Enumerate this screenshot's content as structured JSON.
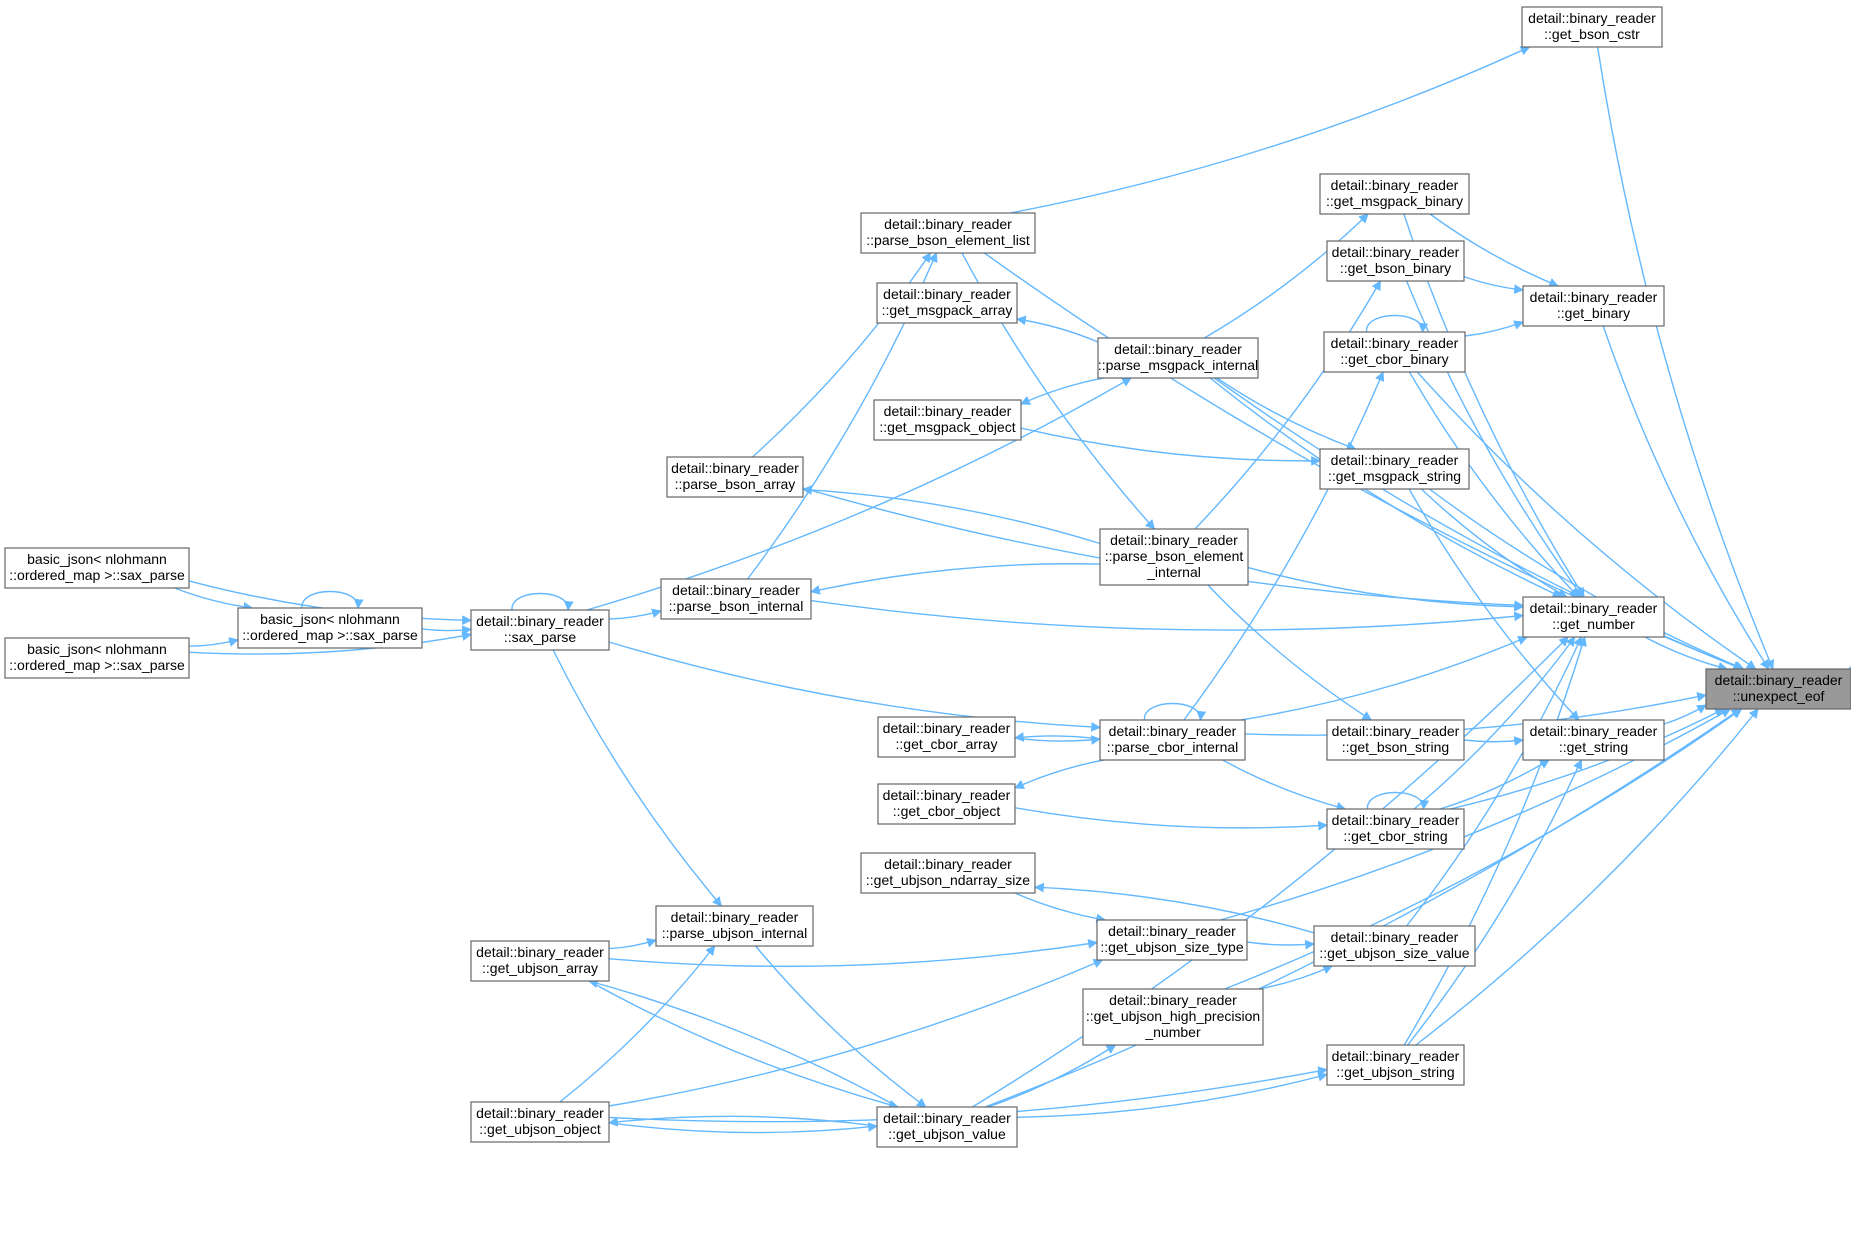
{
  "colors": {
    "edge": "#63b8ff",
    "focus_fill": "#999999",
    "node_border": "#666666"
  },
  "nodes": [
    {
      "id": "unexpect_eof",
      "lines": [
        "detail::binary_reader",
        "::unexpect_eof"
      ],
      "focus": true
    },
    {
      "id": "get_bson_cstr",
      "lines": [
        "detail::binary_reader",
        "::get_bson_cstr"
      ]
    },
    {
      "id": "get_msgpack_binary",
      "lines": [
        "detail::binary_reader",
        "::get_msgpack_binary"
      ]
    },
    {
      "id": "get_bson_binary",
      "lines": [
        "detail::binary_reader",
        "::get_bson_binary"
      ]
    },
    {
      "id": "get_binary",
      "lines": [
        "detail::binary_reader",
        "::get_binary"
      ]
    },
    {
      "id": "get_cbor_binary",
      "lines": [
        "detail::binary_reader",
        "::get_cbor_binary"
      ]
    },
    {
      "id": "get_msgpack_string",
      "lines": [
        "detail::binary_reader",
        "::get_msgpack_string"
      ]
    },
    {
      "id": "get_number",
      "lines": [
        "detail::binary_reader",
        "::get_number"
      ]
    },
    {
      "id": "get_bson_string",
      "lines": [
        "detail::binary_reader",
        "::get_bson_string"
      ]
    },
    {
      "id": "get_string",
      "lines": [
        "detail::binary_reader",
        "::get_string"
      ]
    },
    {
      "id": "get_cbor_string",
      "lines": [
        "detail::binary_reader",
        "::get_cbor_string"
      ]
    },
    {
      "id": "get_ubjson_size_value",
      "lines": [
        "detail::binary_reader",
        "::get_ubjson_size_value"
      ]
    },
    {
      "id": "get_ubjson_string",
      "lines": [
        "detail::binary_reader",
        "::get_ubjson_string"
      ]
    },
    {
      "id": "parse_bson_element_list",
      "lines": [
        "detail::binary_reader",
        "::parse_bson_element_list"
      ]
    },
    {
      "id": "get_msgpack_array",
      "lines": [
        "detail::binary_reader",
        "::get_msgpack_array"
      ]
    },
    {
      "id": "parse_msgpack_internal",
      "lines": [
        "detail::binary_reader",
        "::parse_msgpack_internal"
      ]
    },
    {
      "id": "get_msgpack_object",
      "lines": [
        "detail::binary_reader",
        "::get_msgpack_object"
      ]
    },
    {
      "id": "parse_bson_array",
      "lines": [
        "detail::binary_reader",
        "::parse_bson_array"
      ]
    },
    {
      "id": "parse_bson_element_internal",
      "lines": [
        "detail::binary_reader",
        "::parse_bson_element",
        "_internal"
      ]
    },
    {
      "id": "parse_bson_internal",
      "lines": [
        "detail::binary_reader",
        "::parse_bson_internal"
      ]
    },
    {
      "id": "sax_parse_reader",
      "lines": [
        "detail::binary_reader",
        "::sax_parse"
      ]
    },
    {
      "id": "get_cbor_array",
      "lines": [
        "detail::binary_reader",
        "::get_cbor_array"
      ]
    },
    {
      "id": "parse_cbor_internal",
      "lines": [
        "detail::binary_reader",
        "::parse_cbor_internal"
      ]
    },
    {
      "id": "get_cbor_object",
      "lines": [
        "detail::binary_reader",
        "::get_cbor_object"
      ]
    },
    {
      "id": "get_ubjson_ndarray_size",
      "lines": [
        "detail::binary_reader",
        "::get_ubjson_ndarray_size"
      ]
    },
    {
      "id": "parse_ubjson_internal",
      "lines": [
        "detail::binary_reader",
        "::parse_ubjson_internal"
      ]
    },
    {
      "id": "get_ubjson_size_type",
      "lines": [
        "detail::binary_reader",
        "::get_ubjson_size_type"
      ]
    },
    {
      "id": "get_ubjson_high_precision_number",
      "lines": [
        "detail::binary_reader",
        "::get_ubjson_high_precision",
        "_number"
      ]
    },
    {
      "id": "get_ubjson_array",
      "lines": [
        "detail::binary_reader",
        "::get_ubjson_array"
      ]
    },
    {
      "id": "get_ubjson_value",
      "lines": [
        "detail::binary_reader",
        "::get_ubjson_value"
      ]
    },
    {
      "id": "get_ubjson_object",
      "lines": [
        "detail::binary_reader",
        "::get_ubjson_object"
      ]
    },
    {
      "id": "basic_json_sax_parse_1",
      "lines": [
        "basic_json< nlohmann",
        "::ordered_map >::sax_parse"
      ]
    },
    {
      "id": "basic_json_sax_parse_2",
      "lines": [
        "basic_json< nlohmann",
        "::ordered_map >::sax_parse"
      ]
    },
    {
      "id": "basic_json_sax_parse_3",
      "lines": [
        "basic_json< nlohmann",
        "::ordered_map >::sax_parse"
      ]
    }
  ]
}
